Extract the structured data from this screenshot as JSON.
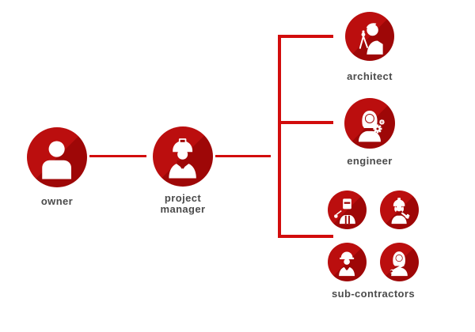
{
  "palette": {
    "circle_red": "#bb0e0e",
    "circle_red_dark": "#9e0707",
    "line_red": "#d20c0c",
    "label_color": "#4b4b4b",
    "icon_white": "#ffffff",
    "background": "#ffffff"
  },
  "diagram": {
    "type": "org-chart",
    "nodes": {
      "owner": {
        "label": "owner",
        "icon": "person-icon"
      },
      "project_manager": {
        "label": "project manager",
        "icon": "hardhat-manager-icon"
      },
      "architect": {
        "label": "architect",
        "icon": "architect-compass-icon"
      },
      "engineer": {
        "label": "engineer",
        "icon": "engineer-gears-icon"
      },
      "sub_contractors": {
        "label": "sub-contractors",
        "members": [
          "welder-icon",
          "female-builder-icon",
          "male-builder-icon",
          "female-mechanic-icon"
        ]
      }
    },
    "edges": [
      {
        "from": "owner",
        "to": "project_manager"
      },
      {
        "from": "project_manager",
        "to": "architect"
      },
      {
        "from": "project_manager",
        "to": "engineer"
      },
      {
        "from": "project_manager",
        "to": "sub_contractors"
      }
    ]
  }
}
